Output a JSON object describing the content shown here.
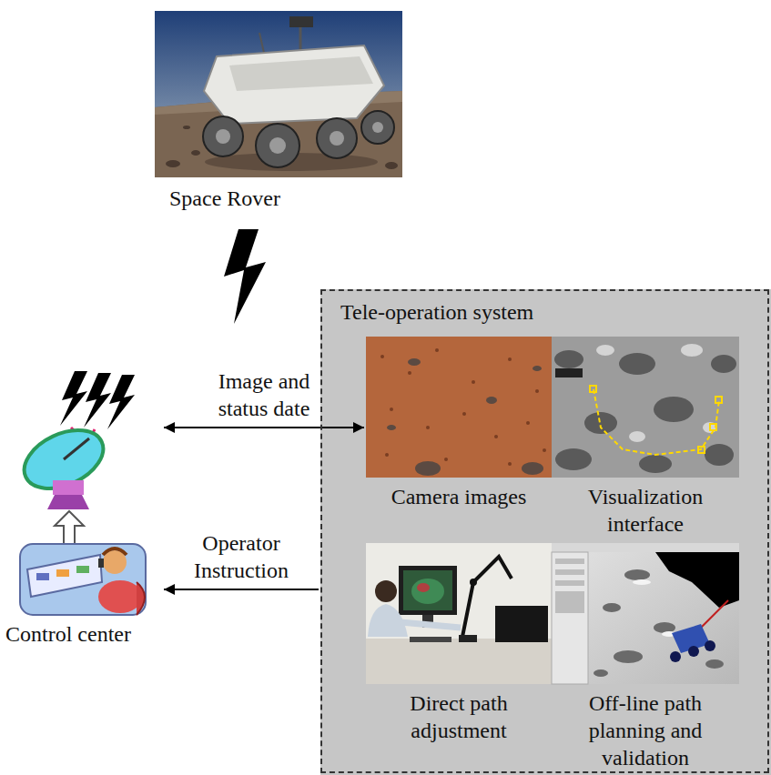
{
  "diagram": {
    "nodes": [
      {
        "text": [
          "Space Rover"
        ]
      },
      {
        "text": [
          "Control center"
        ]
      },
      {
        "text": [
          "Tele-operation system"
        ]
      },
      {
        "text": [
          "Camera images"
        ],
        "in": 2
      },
      {
        "text": [
          "Visualization interface"
        ],
        "in": 2
      },
      {
        "text": [
          "Direct path adjustment"
        ],
        "in": 2
      },
      {
        "text": [
          "Off-line path planning and validation"
        ],
        "in": 2
      }
    ],
    "edges": [
      {
        "from": 1,
        "to": 3,
        "label": "Image and status date",
        "arrow": "both"
      },
      {
        "from": 2,
        "to": 1,
        "label": "Operator Instruction",
        "arrow": "to"
      }
    ]
  }
}
